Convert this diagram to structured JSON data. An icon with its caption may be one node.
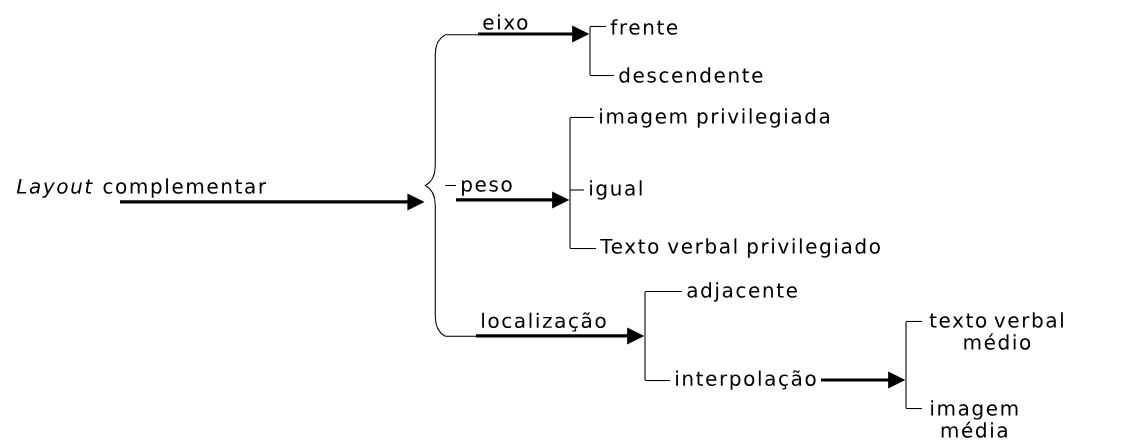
{
  "diagram": {
    "nodes": [
      {
        "text": [
          "*Layout* complementar"
        ]
      },
      {
        "text": [],
        "shape": "brace"
      },
      {
        "text": [
          "eixo"
        ]
      },
      {
        "text": [],
        "shape": "bar"
      },
      {
        "text": [
          "frente"
        ]
      },
      {
        "text": [
          "descendente"
        ]
      },
      {
        "text": [
          "peso"
        ]
      },
      {
        "text": [],
        "shape": "bar"
      },
      {
        "text": [
          "imagem privilegiada"
        ]
      },
      {
        "text": [
          "igual"
        ]
      },
      {
        "text": [
          "Texto verbal privilegiado"
        ]
      },
      {
        "text": [
          "localização"
        ]
      },
      {
        "text": [],
        "shape": "bar"
      },
      {
        "text": [
          "adjacente"
        ]
      },
      {
        "text": [
          "interpolação"
        ]
      },
      {
        "text": [],
        "shape": "bar"
      },
      {
        "text": [
          "texto verbal médio"
        ]
      },
      {
        "text": [
          "imagem média"
        ]
      }
    ],
    "edges": [
      {
        "from": 0,
        "to": 1,
        "arrow": "to",
        "style": "thick"
      },
      {
        "from": 1,
        "to": 2,
        "arrow": "none"
      },
      {
        "from": 1,
        "to": 6,
        "arrow": "none"
      },
      {
        "from": 1,
        "to": 11,
        "arrow": "none"
      },
      {
        "from": 2,
        "to": 3,
        "arrow": "to",
        "style": "thick"
      },
      {
        "from": 3,
        "to": 4,
        "arrow": "none"
      },
      {
        "from": 3,
        "to": 5,
        "arrow": "none"
      },
      {
        "from": 6,
        "to": 7,
        "arrow": "to",
        "style": "thick"
      },
      {
        "from": 7,
        "to": 8,
        "arrow": "none"
      },
      {
        "from": 7,
        "to": 9,
        "arrow": "none"
      },
      {
        "from": 7,
        "to": 10,
        "arrow": "none"
      },
      {
        "from": 11,
        "to": 12,
        "arrow": "to",
        "style": "thick"
      },
      {
        "from": 12,
        "to": 13,
        "arrow": "none"
      },
      {
        "from": 12,
        "to": 14,
        "arrow": "none"
      },
      {
        "from": 14,
        "to": 15,
        "arrow": "to",
        "style": "thick"
      },
      {
        "from": 15,
        "to": 16,
        "arrow": "none"
      },
      {
        "from": 15,
        "to": 17,
        "arrow": "none"
      }
    ]
  }
}
